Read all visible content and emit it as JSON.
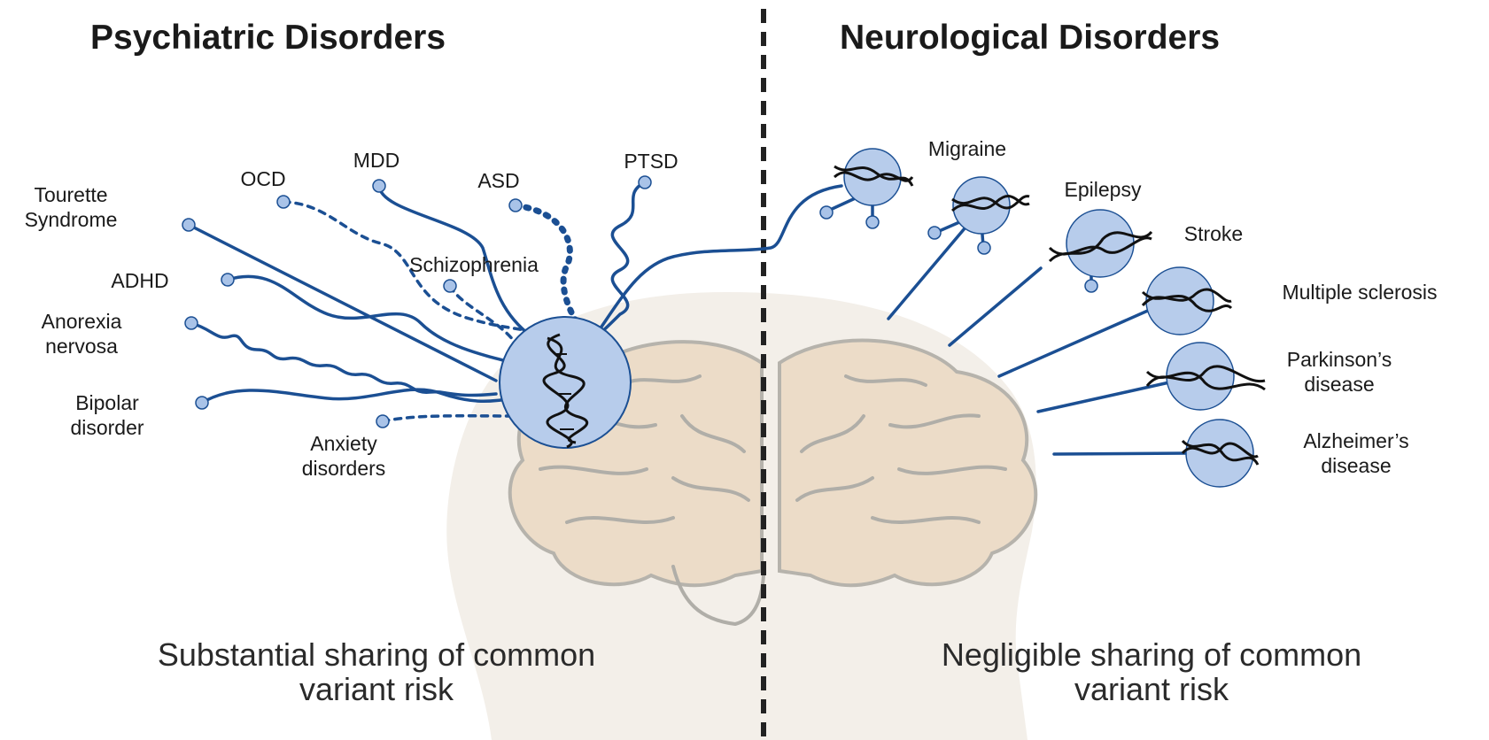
{
  "headings": {
    "left": "Psychiatric Disorders",
    "right": "Neurological Disorders"
  },
  "psychiatric": [
    {
      "line1": "Tourette",
      "line2": "Syndrome"
    },
    {
      "line1": "OCD",
      "line2": ""
    },
    {
      "line1": "MDD",
      "line2": ""
    },
    {
      "line1": "ASD",
      "line2": ""
    },
    {
      "line1": "PTSD",
      "line2": ""
    },
    {
      "line1": "Schizophrenia",
      "line2": ""
    },
    {
      "line1": "ADHD",
      "line2": ""
    },
    {
      "line1": "Anorexia",
      "line2": "nervosa"
    },
    {
      "line1": "Bipolar",
      "line2": "disorder"
    },
    {
      "line1": "Anxiety",
      "line2": "disorders"
    }
  ],
  "neurological": [
    {
      "line1": "Migraine",
      "line2": ""
    },
    {
      "line1": "Epilepsy",
      "line2": ""
    },
    {
      "line1": "Stroke",
      "line2": ""
    },
    {
      "line1": "Multiple sclerosis",
      "line2": ""
    },
    {
      "line1": "Parkinson’s",
      "line2": "disease"
    },
    {
      "line1": "Alzheimer’s",
      "line2": "disease"
    }
  ],
  "captions": {
    "left_line1": "Substantial sharing of common",
    "left_line2": "variant risk",
    "right_line1": "Negligible sharing of common",
    "right_line2": "variant risk"
  },
  "colors": {
    "link": "#1b4f93",
    "node_fill": "#b7cceb",
    "head": "#f3efe9",
    "brain": "#ecdcc8"
  }
}
